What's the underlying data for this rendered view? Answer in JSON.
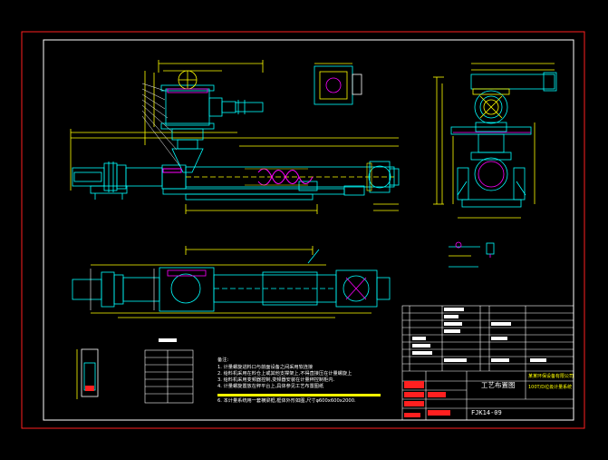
{
  "notes": {
    "title": "备注:",
    "lines": [
      "1. 计量螺旋进料口与前面设备之间采用软连接",
      "2. 给料机采用在料仓上或其他支撑架上,不得直接压在计量螺旋上",
      "3. 给料机采用变频器控制,变频器安装在计量秤控制柜内.",
      "4. 计量螺旋置放在秤平台上,具体参见工艺布置图纸"
    ],
    "last_line": "6. 本计量系统用一套横梁框,框体外形如图,尺寸φ600x600x2000."
  },
  "title_block": {
    "company": "某某环保设备有限公司",
    "project": "100T/D垃圾计量系统",
    "drawing_title": "工艺布置图",
    "drawing_number": "FJK14-09"
  },
  "colors": {
    "border": "#ff2020",
    "frame": "#ffffff",
    "outline": "#00ffff",
    "detail": "#ffff00",
    "accent": "#ff00ff",
    "dimension": "#ffff00"
  }
}
